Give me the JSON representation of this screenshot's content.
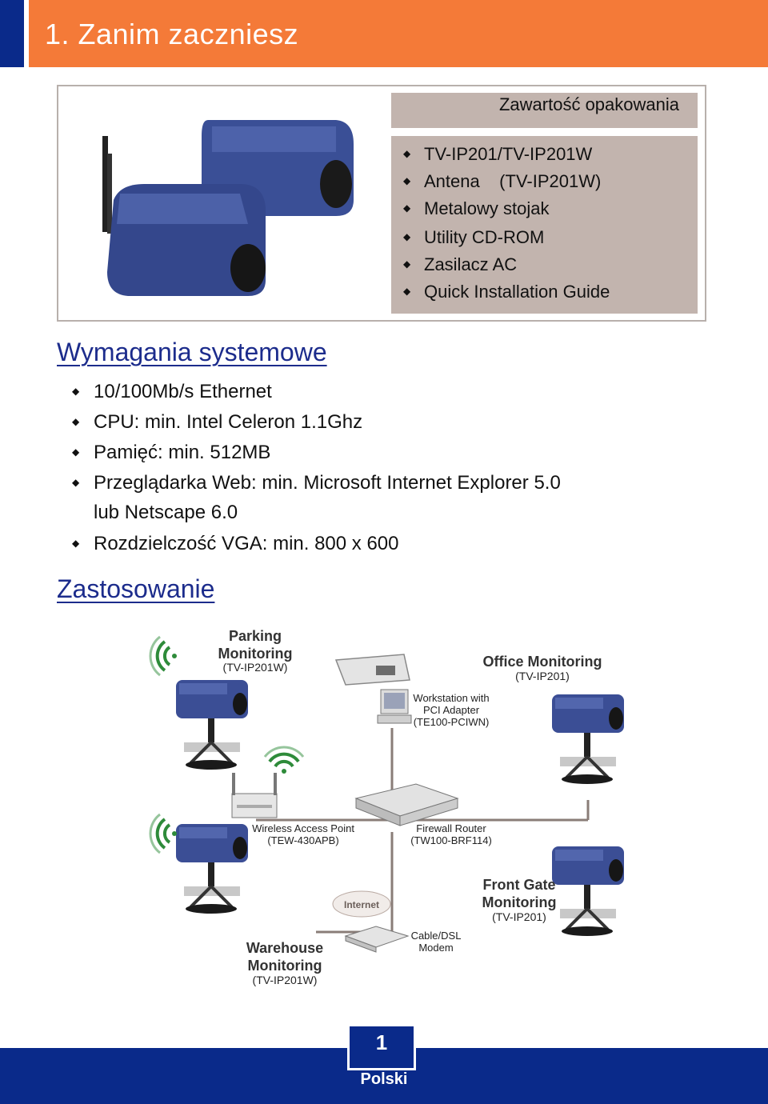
{
  "header": {
    "title": "1. Zanim zaczniesz"
  },
  "package": {
    "title": "Zawartość opakowania",
    "items": [
      "TV-IP201/TV-IP201W",
      "Antena    (TV-IP201W)",
      "Metalowy stojak",
      "Utility CD-ROM",
      "Zasilacz AC",
      "Quick Installation Guide"
    ]
  },
  "requirements": {
    "title": "Wymagania systemowe",
    "items": [
      "10/100Mb/s Ethernet",
      "CPU: min. Intel Celeron 1.1Ghz",
      "Pamięć: min. 512MB",
      "Przeglądarka Web: min. Microsoft Internet Explorer 5.0",
      "Rozdzielczość VGA: min. 800 x 600"
    ],
    "item4_cont": "lub Netscape 6.0"
  },
  "application": {
    "title": "Zastosowanie",
    "parking": {
      "name1": "Parking",
      "name2": "Monitoring",
      "model": "(TV-IP201W)"
    },
    "office": {
      "name": "Office Monitoring",
      "model": "(TV-IP201)"
    },
    "workstation": {
      "l1": "Workstation with",
      "l2": "PCI Adapter",
      "l3": "(TE100-PCIWN)"
    },
    "ap": {
      "l1": "Wireless Access Point",
      "l2": "(TEW-430APB)"
    },
    "router": {
      "l1": "Firewall Router",
      "l2": "(TW100-BRF114)"
    },
    "front": {
      "name1": "Front Gate",
      "name2": "Monitoring",
      "model": "(TV-IP201)"
    },
    "internet": "Internet",
    "modem": {
      "l1": "Cable/DSL",
      "l2": "Modem"
    },
    "warehouse": {
      "name1": "Warehouse",
      "name2": "Monitoring",
      "model": "(TV-IP201W)"
    }
  },
  "footer": {
    "page": "1",
    "lang": "Polski"
  }
}
